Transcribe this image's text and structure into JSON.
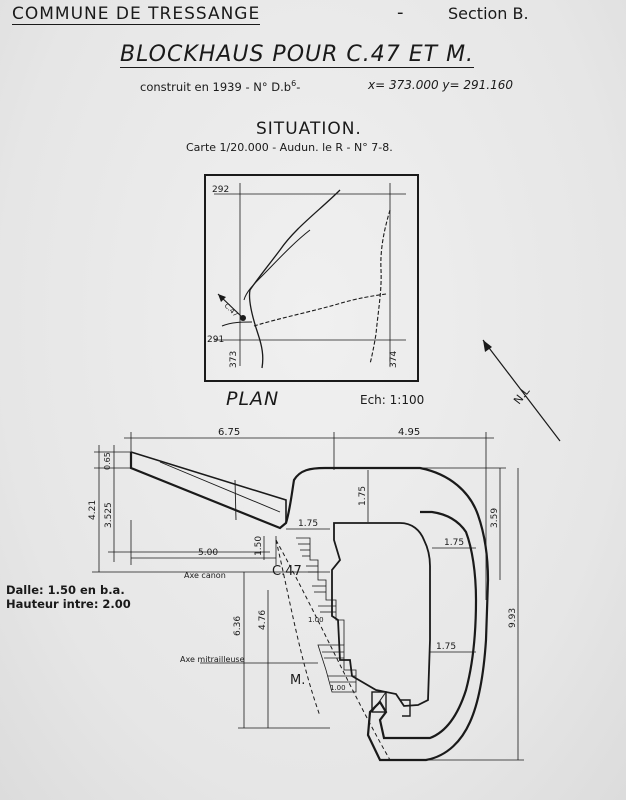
{
  "header": {
    "commune": "COMMUNE DE TRESSANGE",
    "dash": "-",
    "section": "Section B.",
    "title": "BLOCKHAUS POUR C.47 ET M.",
    "construit": "construit en 1939 - N° D.b",
    "construit_sup": "6",
    "construit_tail": "-",
    "coords": "x= 373.000 y= 291.160"
  },
  "situation": {
    "title": "SITUATION.",
    "carte": "Carte 1/20.000 - Audun. le R - N° 7-8.",
    "map": {
      "grid_top": "292",
      "grid_left_low": "291",
      "grid_x1": "373",
      "grid_x2": "374",
      "marker": "C.47"
    }
  },
  "plan": {
    "title": "PLAN",
    "scale": "Ech: 1:100",
    "north": "N.L"
  },
  "dims": {
    "d675": "6.75",
    "d495": "4.95",
    "d065": "0.65",
    "d421": "4.21",
    "d3525": "3.525",
    "d175a": "1.75",
    "d175b": "1.75",
    "d175c": "1.75",
    "d175d": "1.75",
    "d359": "3.59",
    "d500": "5.00",
    "d150": "1.50",
    "d636": "6.36",
    "d476": "4.76",
    "d100a": "1.00",
    "d100b": "1.00",
    "d993": "9.93"
  },
  "labels": {
    "axe_canon": "Axe canon",
    "c47": "C.47",
    "axe_mitr": "Axe mitrailleuse",
    "m": "M.",
    "dalle": "Dalle: 1.50 en b.a.",
    "hauteur": "Hauteur intre: 2.00"
  }
}
